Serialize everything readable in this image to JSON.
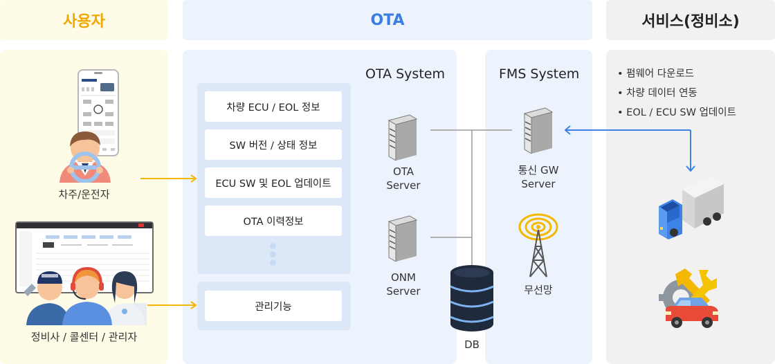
{
  "headers": {
    "user": "사용자",
    "ota": "OTA",
    "service": "서비스(정비소)"
  },
  "users": {
    "owner_label": "차주/운전자",
    "staff_label": "정비사 / 콜센터 / 관리자"
  },
  "ota_items": [
    "차량 ECU / EOL 정보",
    "SW 버전 / 상태 정보",
    "ECU SW 및 EOL 업데이트",
    "OTA 이력정보"
  ],
  "management": "관리기능",
  "ota_system": {
    "title": "OTA System",
    "ota_server_line1": "OTA",
    "ota_server_line2": "Server",
    "onm_server_line1": "ONM",
    "onm_server_line2": "Server",
    "db": "DB"
  },
  "fms_system": {
    "title": "FMS System",
    "gw_line1": "통신 GW",
    "gw_line2": "Server",
    "wireless": "무선망"
  },
  "services": [
    "• 펌웨어 다운로드",
    "• 차량 데이터 연동",
    "• EOL / ECU SW 업데이트"
  ],
  "colors": {
    "user_bg": "#fefbe6",
    "ota_bg": "#edf3fd",
    "service_bg": "#f1f1f1",
    "ota_title": "#3b7de3",
    "user_title": "#f0a800",
    "arrow_yellow": "#f5b800",
    "arrow_blue": "#3d82e6"
  },
  "icons": {
    "phone_app": "smartphone-app-icon",
    "driver": "driver-icon",
    "monitor": "dashboard-monitor-icon",
    "staff": "staff-group-icon",
    "server": "server-icon",
    "database": "database-icon",
    "antenna": "antenna-icon",
    "truck": "truck-icon",
    "repair": "car-repair-icon"
  }
}
